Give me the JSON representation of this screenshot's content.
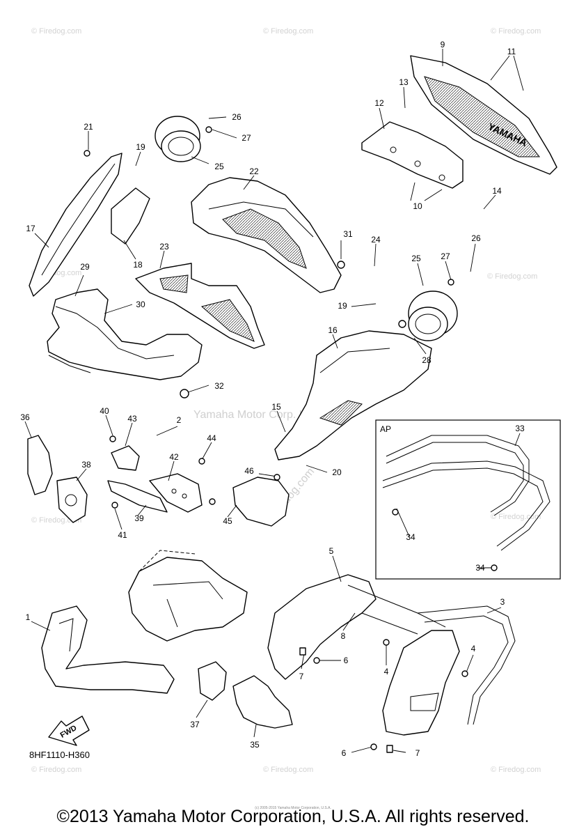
{
  "diagram_code": "8HF1110-H360",
  "fwd_label": "FWD",
  "inset_label": "AP",
  "copyright": "©2013 Yamaha Motor Corporation, U.S.A. All rights reserved.",
  "fine_print": "(c) 2005-2015 Yamaha Motor Corporation, U.S.A.",
  "watermarks": {
    "site": "© Firedog.com",
    "center": "Yamaha Motor Corp. U.S.A.",
    "vertical": "Firedog.com"
  },
  "callouts": [
    "1",
    "2",
    "3",
    "4",
    "4",
    "5",
    "6",
    "6",
    "7",
    "7",
    "8",
    "9",
    "10",
    "11",
    "12",
    "13",
    "14",
    "15",
    "16",
    "17",
    "18",
    "19",
    "19",
    "20",
    "21",
    "22",
    "23",
    "24",
    "25",
    "25",
    "26",
    "26",
    "27",
    "27",
    "28",
    "29",
    "30",
    "31",
    "32",
    "33",
    "34",
    "34",
    "35",
    "36",
    "37",
    "38",
    "39",
    "40",
    "41",
    "42",
    "43",
    "44",
    "45",
    "46"
  ]
}
